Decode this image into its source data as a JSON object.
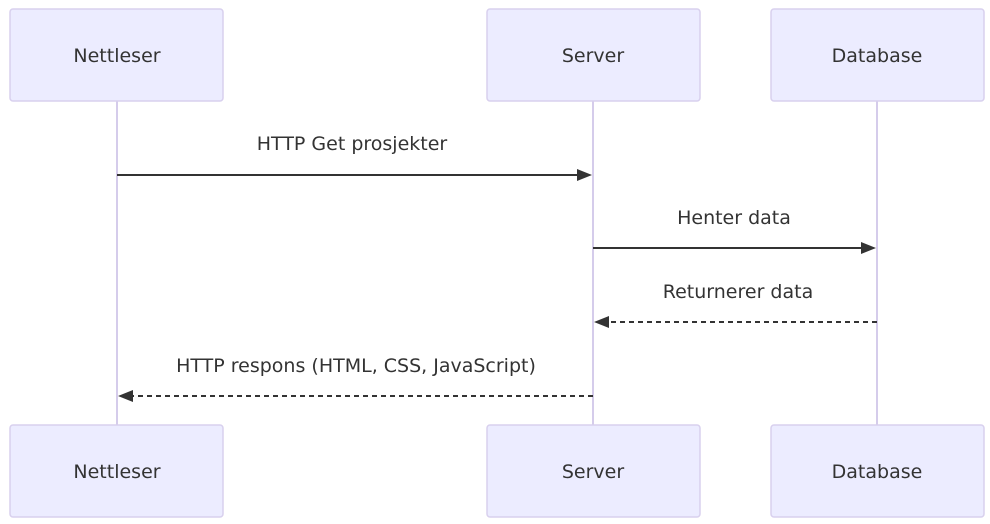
{
  "diagram": {
    "type": "sequence",
    "participants": [
      {
        "id": "nettleser",
        "label": "Nettleser"
      },
      {
        "id": "server",
        "label": "Server"
      },
      {
        "id": "database",
        "label": "Database"
      }
    ],
    "messages": [
      {
        "from": "nettleser",
        "to": "server",
        "label": "HTTP Get prosjekter",
        "style": "solid"
      },
      {
        "from": "server",
        "to": "database",
        "label": "Henter data",
        "style": "solid"
      },
      {
        "from": "database",
        "to": "server",
        "label": "Returnerer data",
        "style": "dashed"
      },
      {
        "from": "server",
        "to": "nettleser",
        "label": "HTTP respons (HTML, CSS, JavaScript)",
        "style": "dashed"
      }
    ]
  },
  "colors": {
    "actor_fill": "#ECECFF",
    "actor_stroke": "#D8D0EE",
    "lifeline": "#D5CCEB",
    "text": "#333333",
    "arrow": "#333333"
  }
}
